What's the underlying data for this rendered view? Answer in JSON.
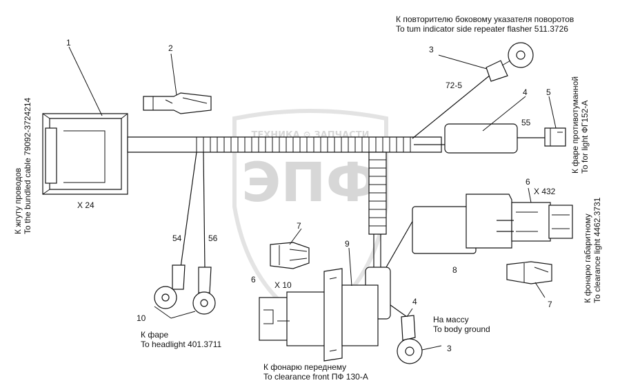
{
  "labels": {
    "bundled_cable_ru": "К жгуту проводов",
    "bundled_cable_en": "To the bundled cable 79092-3724214",
    "repeater_ru": "К  повторителю боковому указателя поворотов",
    "repeater_en": "To tum indicator side repeater flasher 511.3726",
    "fog_light_ru": "К фаре противотуманной",
    "fog_light_en": "To for light ФГ152-А",
    "clearance_rear_ru": "К фонарю габаритному",
    "clearance_rear_en": "To clearance light 4462.3731",
    "headlight_ru": "К фаре",
    "headlight_en": "To headlight 401.3711",
    "ground_ru": "На массу",
    "ground_en": "To body ground",
    "clearance_front_ru": "К фонарю переднему",
    "clearance_front_en": "To clearance front ПФ 130-А"
  },
  "connectors": {
    "x24": "X 24",
    "x432": "X 432",
    "x10": "X 10"
  },
  "wires": {
    "w72_5": "72-5",
    "w55": "55",
    "w54": "54",
    "w56": "56"
  },
  "callouts": {
    "c1": "1",
    "c2": "2",
    "c3a": "3",
    "c3b": "3",
    "c4a": "4",
    "c4b": "4",
    "c5": "5",
    "c6a": "6",
    "c6b": "6",
    "c7a": "7",
    "c7b": "7",
    "c8": "8",
    "c9": "9",
    "c10": "10"
  },
  "watermark": {
    "top": "ТЕХНИКА  ⚙  ЗАПЧАСТИ",
    "main": "ЭПФ"
  }
}
